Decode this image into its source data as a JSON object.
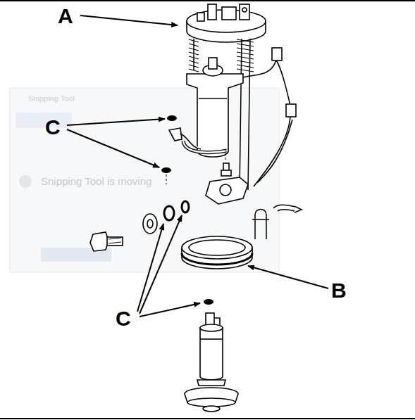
{
  "diagram": {
    "labels": [
      "A",
      "C",
      "B",
      "C",
      "Snipping Tool",
      "Snipping Tool is moving"
    ]
  }
}
